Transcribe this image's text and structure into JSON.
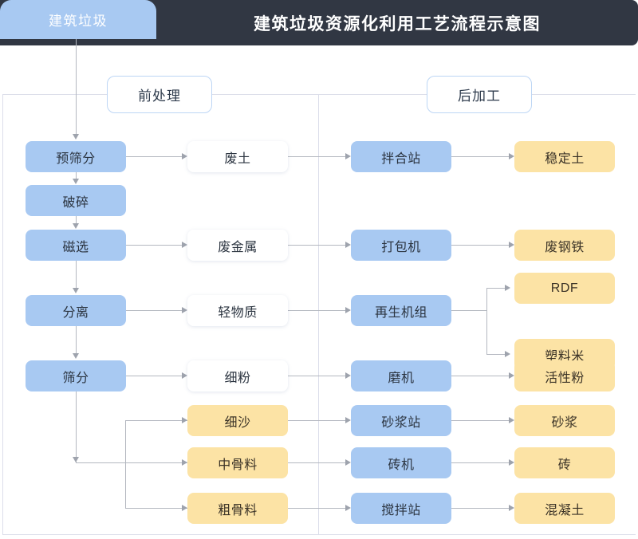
{
  "header": {
    "tab_label": "建筑垃圾",
    "title": "建筑垃圾资源化利用工艺流程示意图"
  },
  "sections": [
    {
      "id": "pre",
      "label": "前处理"
    },
    {
      "id": "post",
      "label": "后加工"
    }
  ],
  "columns": {
    "process": [
      {
        "label": "预筛分"
      },
      {
        "label": "破碎"
      },
      {
        "label": "磁选"
      },
      {
        "label": "分离"
      },
      {
        "label": "筛分"
      }
    ],
    "intermediate": [
      {
        "label": "废土",
        "style": "white"
      },
      {
        "label": "废金属",
        "style": "white"
      },
      {
        "label": "轻物质",
        "style": "white"
      },
      {
        "label": "细粉",
        "style": "white"
      },
      {
        "label": "细沙",
        "style": "yellow"
      },
      {
        "label": "中骨料",
        "style": "yellow"
      },
      {
        "label": "粗骨料",
        "style": "yellow"
      }
    ],
    "equipment": [
      {
        "label": "拌合站"
      },
      {
        "label": "打包机"
      },
      {
        "label": "再生机组"
      },
      {
        "label": "磨机"
      },
      {
        "label": "砂浆站"
      },
      {
        "label": "砖机"
      },
      {
        "label": "搅拌站"
      }
    ],
    "product": [
      {
        "label": "稳定土"
      },
      {
        "label": "废钢铁"
      },
      {
        "label": "RDF"
      },
      {
        "label": "塑料米"
      },
      {
        "label": "活性粉"
      },
      {
        "label": "砂浆"
      },
      {
        "label": "砖"
      },
      {
        "label": "混凝土"
      }
    ]
  },
  "colors": {
    "header_bg": "#313743",
    "blue_node": "#a8c9f2",
    "yellow_node": "#fce3a5",
    "white_node": "#ffffff",
    "connector": "#b4b8c0",
    "panel_border": "#dcdeea",
    "chip_border": "#bdd6f5"
  }
}
